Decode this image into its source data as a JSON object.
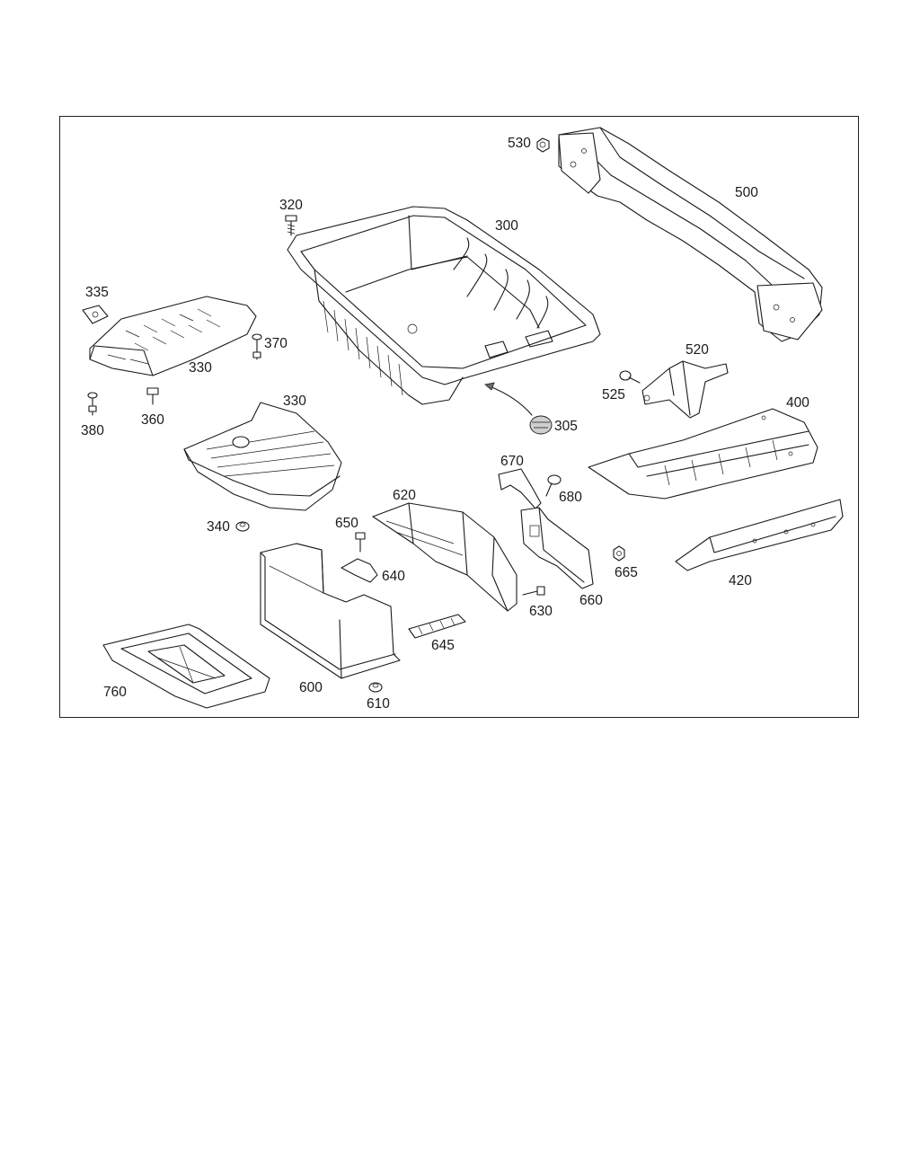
{
  "diagram": {
    "labels": [
      {
        "id": "530",
        "text": "530"
      },
      {
        "id": "500",
        "text": "500"
      },
      {
        "id": "320",
        "text": "320"
      },
      {
        "id": "300",
        "text": "300"
      },
      {
        "id": "335",
        "text": "335"
      },
      {
        "id": "370",
        "text": "370"
      },
      {
        "id": "330a",
        "text": "330"
      },
      {
        "id": "330b",
        "text": "330"
      },
      {
        "id": "380",
        "text": "380"
      },
      {
        "id": "360",
        "text": "360"
      },
      {
        "id": "520",
        "text": "520"
      },
      {
        "id": "525",
        "text": "525"
      },
      {
        "id": "400",
        "text": "400"
      },
      {
        "id": "305",
        "text": "305"
      },
      {
        "id": "670",
        "text": "670"
      },
      {
        "id": "680",
        "text": "680"
      },
      {
        "id": "620",
        "text": "620"
      },
      {
        "id": "340",
        "text": "340"
      },
      {
        "id": "650",
        "text": "650"
      },
      {
        "id": "640",
        "text": "640"
      },
      {
        "id": "665",
        "text": "665"
      },
      {
        "id": "420",
        "text": "420"
      },
      {
        "id": "660",
        "text": "660"
      },
      {
        "id": "630",
        "text": "630"
      },
      {
        "id": "645",
        "text": "645"
      },
      {
        "id": "760",
        "text": "760"
      },
      {
        "id": "600",
        "text": "600"
      },
      {
        "id": "610",
        "text": "610"
      }
    ]
  }
}
